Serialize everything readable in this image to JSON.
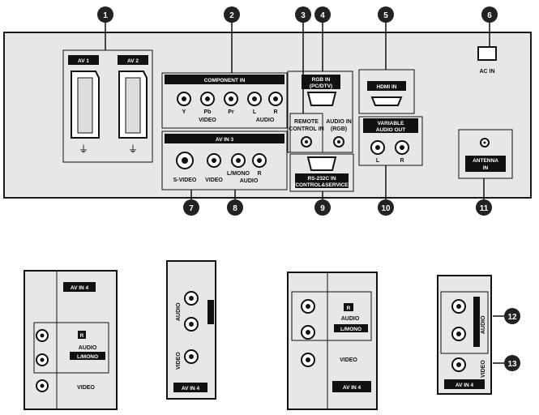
{
  "callouts": [
    "1",
    "2",
    "3",
    "4",
    "5",
    "6",
    "7",
    "8",
    "9",
    "10",
    "11",
    "12",
    "13"
  ],
  "rear_panel": {
    "av1": "AV 1",
    "av2": "AV 2",
    "component_in": "COMPONENT IN",
    "y": "Y",
    "pb": "Pb",
    "pr": "Pr",
    "video": "VIDEO",
    "l": "L",
    "r": "R",
    "audio": "AUDIO",
    "remote_control_in": "REMOTE",
    "remote_control_in2": "CONTROL IN",
    "rgb_in": "RGB IN",
    "rgb_in2": "(PC/DTV)",
    "audio_in_rgb": "AUDIO IN",
    "audio_in_rgb2": "(RGB)",
    "hdmi_in": "HDMI IN",
    "ac_in": "AC IN",
    "av_in3": "AV IN 3",
    "s_video": "S-VIDEO",
    "mono": "L/MONO",
    "rs232c": "RS-232C IN",
    "rs232c2": "(CONTROL&SERVICE)",
    "variable_audio_out": "VARIABLE",
    "variable_audio_out2": "AUDIO OUT",
    "antenna_in": "ANTENNA",
    "antenna_in2": "IN"
  },
  "side_panels": {
    "av_in4": "AV IN 4",
    "r": "R",
    "audio": "AUDIO",
    "l_mono": "L/MONO",
    "video": "VIDEO"
  },
  "colors": {
    "panel": "#e7e7e7",
    "outline": "#1a1a1a",
    "callout": "#222222"
  }
}
